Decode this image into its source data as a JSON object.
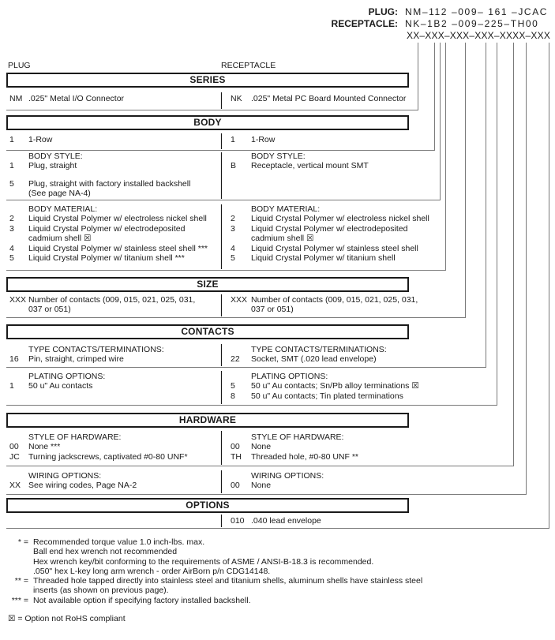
{
  "header": {
    "plug_label": "PLUG:",
    "plug_value": "NM–112 –009– 161 –JCAC",
    "receptacle_label": "RECEPTACLE:",
    "receptacle_value": "NK–1B2 –009–225–TH00",
    "mask": "XX–XXX–XXX–XXX–XXXX–XXX"
  },
  "columns": {
    "left": "PLUG",
    "right": "RECEPTACLE"
  },
  "series": {
    "title": "SERIES",
    "left_code": "NM",
    "left_desc": ".025\" Metal I/O Connector",
    "right_code": "NK",
    "right_desc": ".025\" Metal PC Board Mounted Connector"
  },
  "body": {
    "title": "BODY",
    "row_left_code": "1",
    "row_left_desc": "1-Row",
    "row_right_code": "1",
    "row_right_desc": "1-Row",
    "style_label": "BODY STYLE:",
    "style_left": [
      {
        "code": "1",
        "desc": "Plug, straight"
      },
      {
        "code": "5",
        "desc": "Plug, straight with factory installed backshell\n(See page NA-4)"
      }
    ],
    "style_right": [
      {
        "code": "B",
        "desc": "Receptacle, vertical mount SMT"
      }
    ],
    "material_label": "BODY MATERIAL:",
    "material_left": [
      {
        "code": "2",
        "desc": "Liquid Crystal Polymer w/ electroless nickel shell"
      },
      {
        "code": "3",
        "desc": "Liquid Crystal Polymer w/ electrodeposited\ncadmium shell  ☒"
      },
      {
        "code": "4",
        "desc": "Liquid Crystal Polymer w/ stainless steel shell ***"
      },
      {
        "code": "5",
        "desc": "Liquid Crystal Polymer w/ titanium shell ***"
      }
    ],
    "material_right": [
      {
        "code": "2",
        "desc": "Liquid Crystal Polymer w/ electroless nickel shell"
      },
      {
        "code": "3",
        "desc": "Liquid Crystal Polymer w/ electrodeposited\ncadmium shell  ☒"
      },
      {
        "code": "4",
        "desc": "Liquid Crystal Polymer w/ stainless steel shell"
      },
      {
        "code": "5",
        "desc": "Liquid Crystal Polymer w/ titanium shell"
      }
    ]
  },
  "size": {
    "title": "SIZE",
    "left_code": "XXX",
    "left_desc": "Number of contacts (009, 015, 021, 025, 031,\n037 or 051)",
    "right_code": "XXX",
    "right_desc": "Number of contacts (009, 015, 021, 025, 031,\n037 or 051)"
  },
  "contacts": {
    "title": "CONTACTS",
    "type_label": "TYPE CONTACTS/TERMINATIONS:",
    "type_left": {
      "code": "16",
      "desc": "Pin, straight, crimped wire"
    },
    "type_right": {
      "code": "22",
      "desc": "Socket, SMT (.020 lead envelope)"
    },
    "plating_label": "PLATING OPTIONS:",
    "plating_left": [
      {
        "code": "1",
        "desc": "50 u\" Au contacts"
      }
    ],
    "plating_right": [
      {
        "code": "5",
        "desc": "50 u\" Au contacts; Sn/Pb alloy terminations  ☒"
      },
      {
        "code": "8",
        "desc": "50 u\" Au contacts; Tin plated terminations"
      }
    ]
  },
  "hardware": {
    "title": "HARDWARE",
    "style_label": "STYLE OF HARDWARE:",
    "style_left": [
      {
        "code": "00",
        "desc": "None  ***"
      },
      {
        "code": "JC",
        "desc": "Turning jackscrews, captivated #0-80 UNF*"
      }
    ],
    "style_right": [
      {
        "code": "00",
        "desc": "None"
      },
      {
        "code": "TH",
        "desc": "Threaded hole, #0-80 UNF  **"
      }
    ],
    "wiring_label": "WIRING OPTIONS:",
    "wiring_left": {
      "code": "XX",
      "desc": "See wiring codes, Page NA-2"
    },
    "wiring_right": {
      "code": "00",
      "desc": "None"
    }
  },
  "options": {
    "title": "OPTIONS",
    "right_code": "010",
    "right_desc": ".040 lead envelope"
  },
  "footnotes": [
    {
      "marker": "* =",
      "text": "Recommended torque value 1.0 inch-lbs. max."
    },
    {
      "marker": "",
      "text": "Ball end hex wrench not recommended"
    },
    {
      "marker": "",
      "text": "Hex wrench key/bit conforming to the requirements of ASME / ANSI-B-18.3 is recommended."
    },
    {
      "marker": "",
      "text": ".050\" hex L-key long arm wrench - order AirBorn p/n CDG14148."
    },
    {
      "marker": "** =",
      "text": "Threaded hole tapped directly into stainless steel and titanium shells, aluminum shells have stainless steel"
    },
    {
      "marker": "",
      "text": "inserts (as shown on previous page)."
    },
    {
      "marker": "*** =",
      "text": "Not available option if specifying factory installed backshell."
    }
  ],
  "rohs_note": "☒ = Option not RoHS compliant",
  "colors": {
    "lead_line_gray": "#7a7a7a",
    "divider_black": "#1a1a1a",
    "text": "#1a1a1a"
  }
}
